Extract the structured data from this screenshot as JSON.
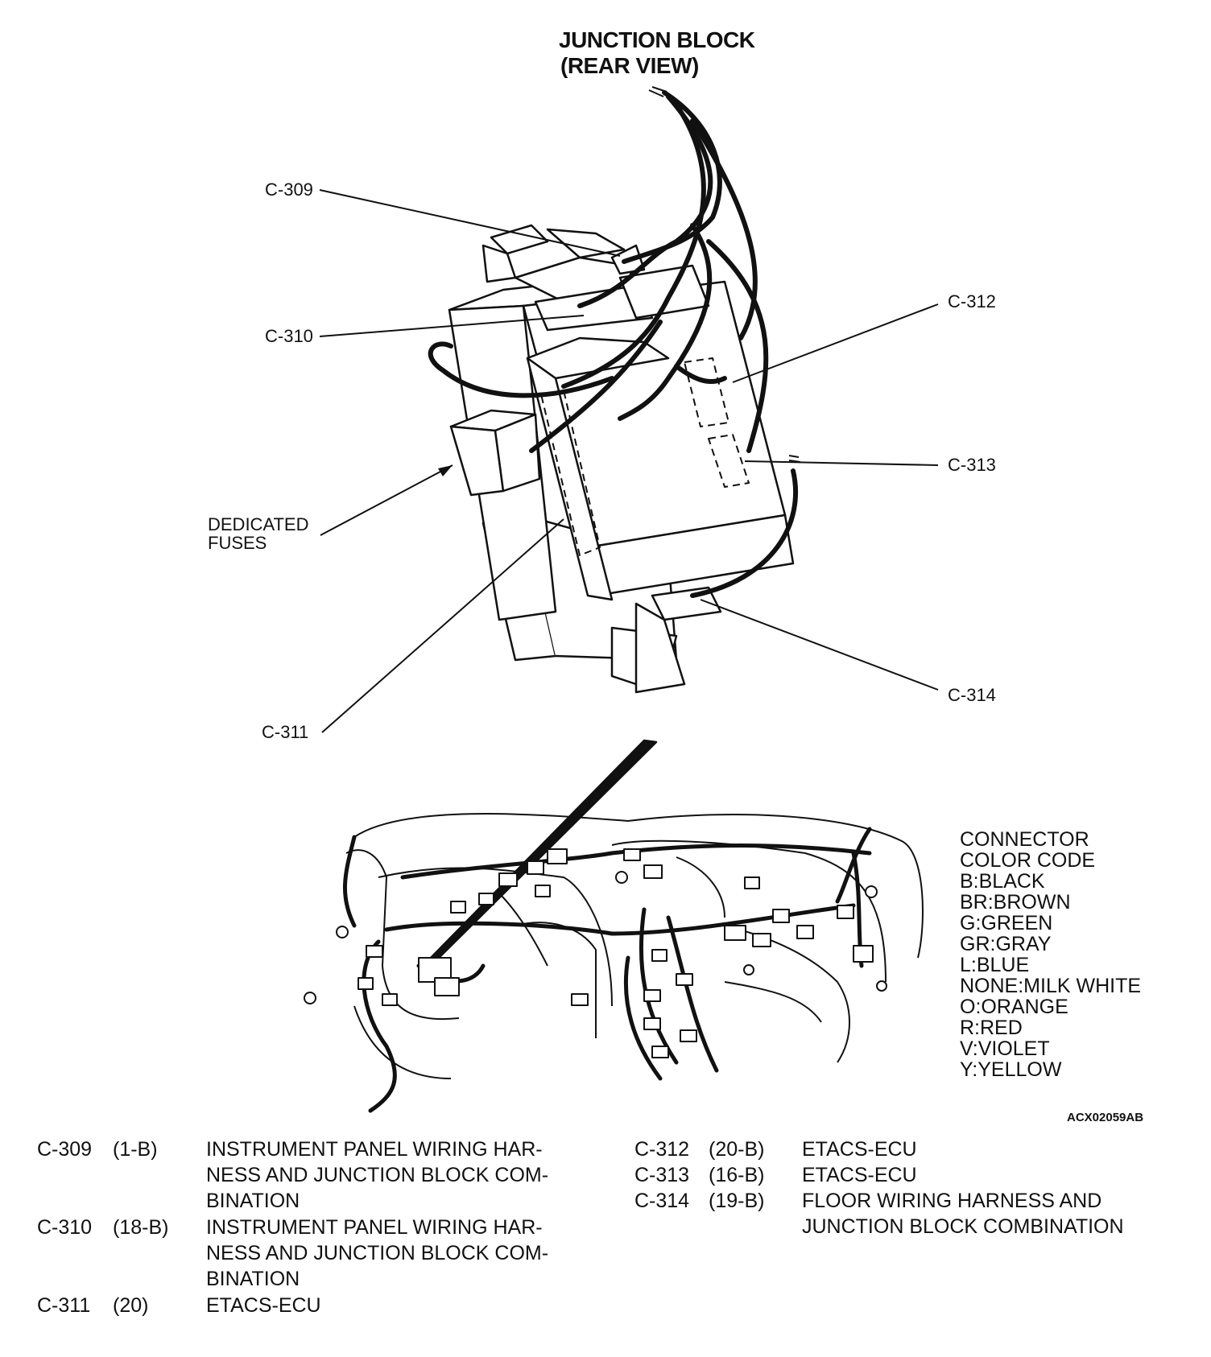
{
  "diagram": {
    "title_line1": "JUNCTION BLOCK",
    "title_line2": "(REAR VIEW)",
    "callouts": {
      "c309": "C-309",
      "c310": "C-310",
      "c311": "C-311",
      "c312": "C-312",
      "c313": "C-313",
      "c314": "C-314",
      "dedicated_fuses_line1": "DEDICATED",
      "dedicated_fuses_line2": "FUSES"
    },
    "figure_id": "ACX02059AB"
  },
  "legend": {
    "title_line1": "CONNECTOR",
    "title_line2": "COLOR CODE",
    "entries": [
      "B:BLACK",
      "BR:BROWN",
      "G:GREEN",
      "GR:GRAY",
      "L:BLUE",
      "NONE:MILK WHITE",
      "O:ORANGE",
      "R:RED",
      "V:VIOLET",
      "Y:YELLOW"
    ]
  },
  "connector_table": {
    "left": [
      {
        "id": "C-309",
        "code": "(1-B)",
        "desc_lines": [
          "INSTRUMENT PANEL WIRING HAR-",
          "NESS AND JUNCTION BLOCK COM-",
          "BINATION"
        ]
      },
      {
        "id": "C-310",
        "code": "(18-B)",
        "desc_lines": [
          "INSTRUMENT PANEL WIRING HAR-",
          "NESS AND JUNCTION BLOCK COM-",
          "BINATION"
        ]
      },
      {
        "id": "C-311",
        "code": "(20)",
        "desc_lines": [
          "ETACS-ECU"
        ]
      }
    ],
    "right": [
      {
        "id": "C-312",
        "code": "(20-B)",
        "desc_lines": [
          "ETACS-ECU"
        ]
      },
      {
        "id": "C-313",
        "code": "(16-B)",
        "desc_lines": [
          "ETACS-ECU"
        ]
      },
      {
        "id": "C-314",
        "code": "(19-B)",
        "desc_lines": [
          "FLOOR WIRING HARNESS AND",
          "JUNCTION BLOCK COMBINATION"
        ]
      }
    ]
  }
}
